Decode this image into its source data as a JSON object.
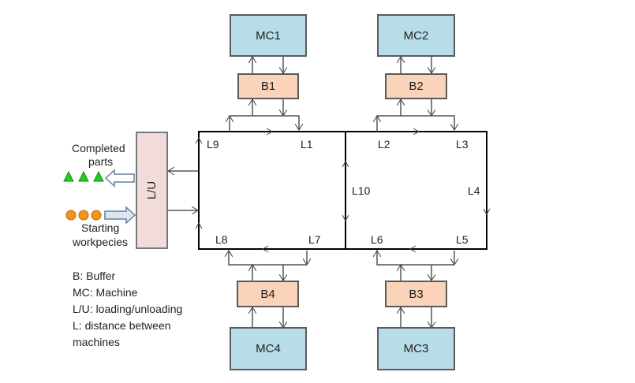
{
  "machines": [
    {
      "id": "MC1",
      "label": "MC1"
    },
    {
      "id": "MC2",
      "label": "MC2"
    },
    {
      "id": "MC3",
      "label": "MC3"
    },
    {
      "id": "MC4",
      "label": "MC4"
    }
  ],
  "buffers": [
    {
      "id": "B1",
      "label": "B1"
    },
    {
      "id": "B2",
      "label": "B2"
    },
    {
      "id": "B3",
      "label": "B3"
    },
    {
      "id": "B4",
      "label": "B4"
    }
  ],
  "loading_unloading": {
    "label": "L/U"
  },
  "distances": [
    "L1",
    "L2",
    "L3",
    "L4",
    "L5",
    "L6",
    "L7",
    "L8",
    "L9",
    "L10"
  ],
  "side_labels": {
    "completed": "Completed\nparts",
    "completed_line1": "Completed",
    "completed_line2": "parts",
    "starting_line1": "Starting",
    "starting_line2": "workpecies"
  },
  "legend": [
    "B: Buffer",
    "MC: Machine",
    "L/U: loading/unloading",
    "L: distance between",
    "machines"
  ],
  "colors": {
    "machine": "#b7dde8",
    "buffer": "#fad3b9",
    "lu": "#f2dcdb",
    "completed_part": "#22cc22",
    "starting_part": "#f0961e"
  }
}
